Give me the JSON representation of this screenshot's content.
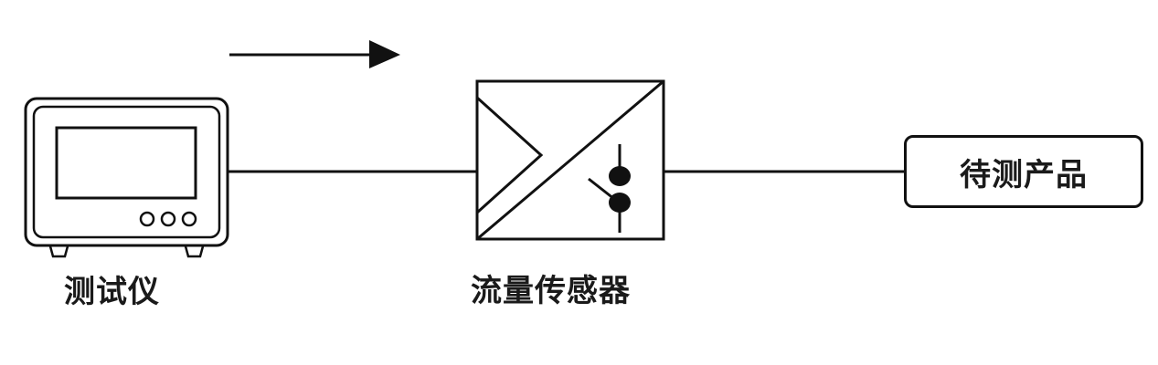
{
  "diagram": {
    "type": "flow-schematic",
    "flow_direction": "left-to-right",
    "nodes": [
      {
        "id": "tester",
        "label": "测试仪",
        "kind": "instrument"
      },
      {
        "id": "flow_sensor",
        "label": "流量传感器",
        "kind": "sensor"
      },
      {
        "id": "product",
        "label": "待测产品",
        "kind": "box"
      }
    ],
    "edges": [
      {
        "from": "tester",
        "to": "flow_sensor"
      },
      {
        "from": "flow_sensor",
        "to": "product"
      }
    ],
    "arrow": {
      "direction": "right"
    },
    "colors": {
      "line": "#111111",
      "text": "#1a1a1a",
      "background": "#ffffff"
    }
  }
}
